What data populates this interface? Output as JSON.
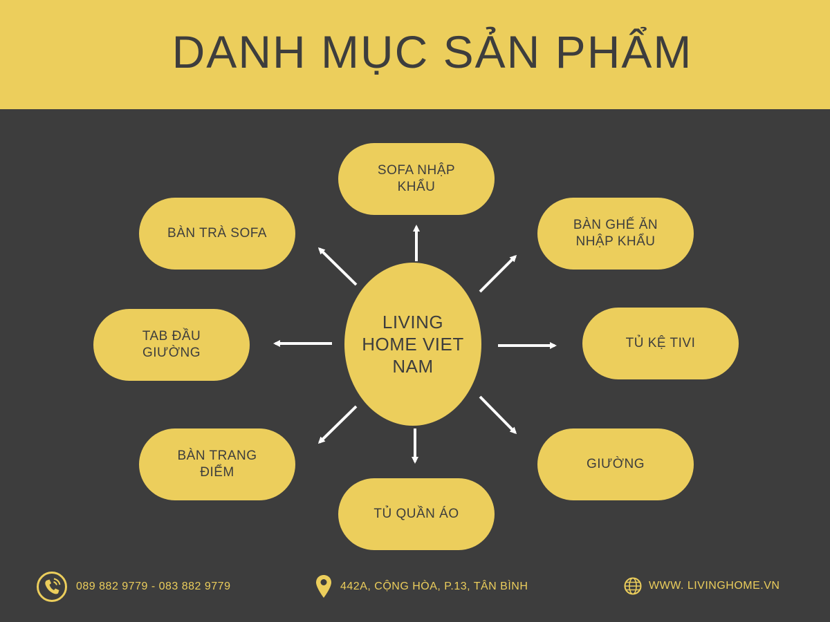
{
  "header": {
    "title": "DANH MỤC SẢN PHẨM"
  },
  "center": {
    "label": "LIVING HOME VIET NAM"
  },
  "categories": [
    "SOFA NHẬP KHẨU",
    "BÀN GHẾ ĂN NHẬP KHẨU",
    "TỦ KỆ TIVI",
    "GIƯỜNG",
    "TỦ QUẦN ÁO",
    "BÀN TRANG ĐIỂM",
    "TAB ĐẦU GIƯỜNG",
    "BÀN TRÀ SOFA"
  ],
  "footer": {
    "phone": {
      "icon": "phone-icon",
      "text": "089  882 9779 - 083 882 9779"
    },
    "address": {
      "icon": "location-pin-icon",
      "text": "442A, CỘNG HÒA, P.13, TÂN BÌNH"
    },
    "website": {
      "icon": "globe-icon",
      "text": "WWW. LIVINGHOME.VN"
    }
  },
  "colors": {
    "accent": "#ecce5c",
    "background": "#3d3d3d",
    "arrow": "#ffffff"
  }
}
